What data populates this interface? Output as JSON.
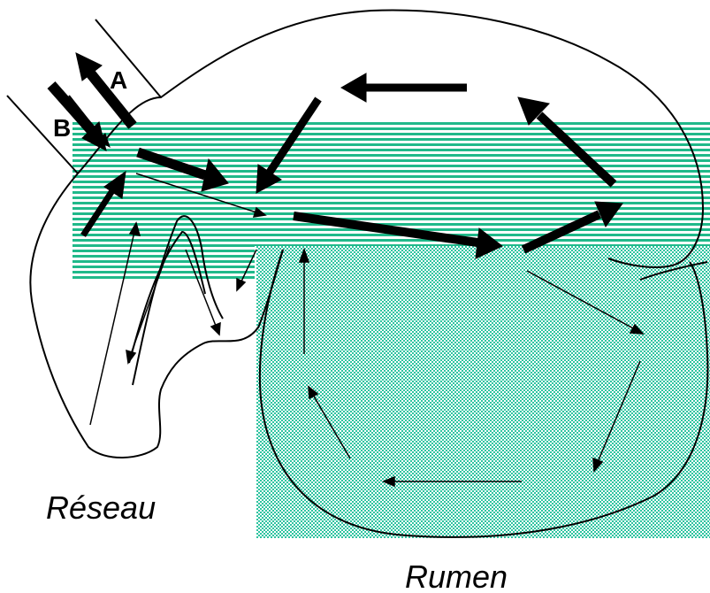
{
  "labels": {
    "a": "A",
    "b": "B",
    "reseau": "Réseau",
    "rumen": "Rumen"
  },
  "colors": {
    "stripe": "#20b98a",
    "dots": "#2ec4a0",
    "outline": "#000000"
  }
}
